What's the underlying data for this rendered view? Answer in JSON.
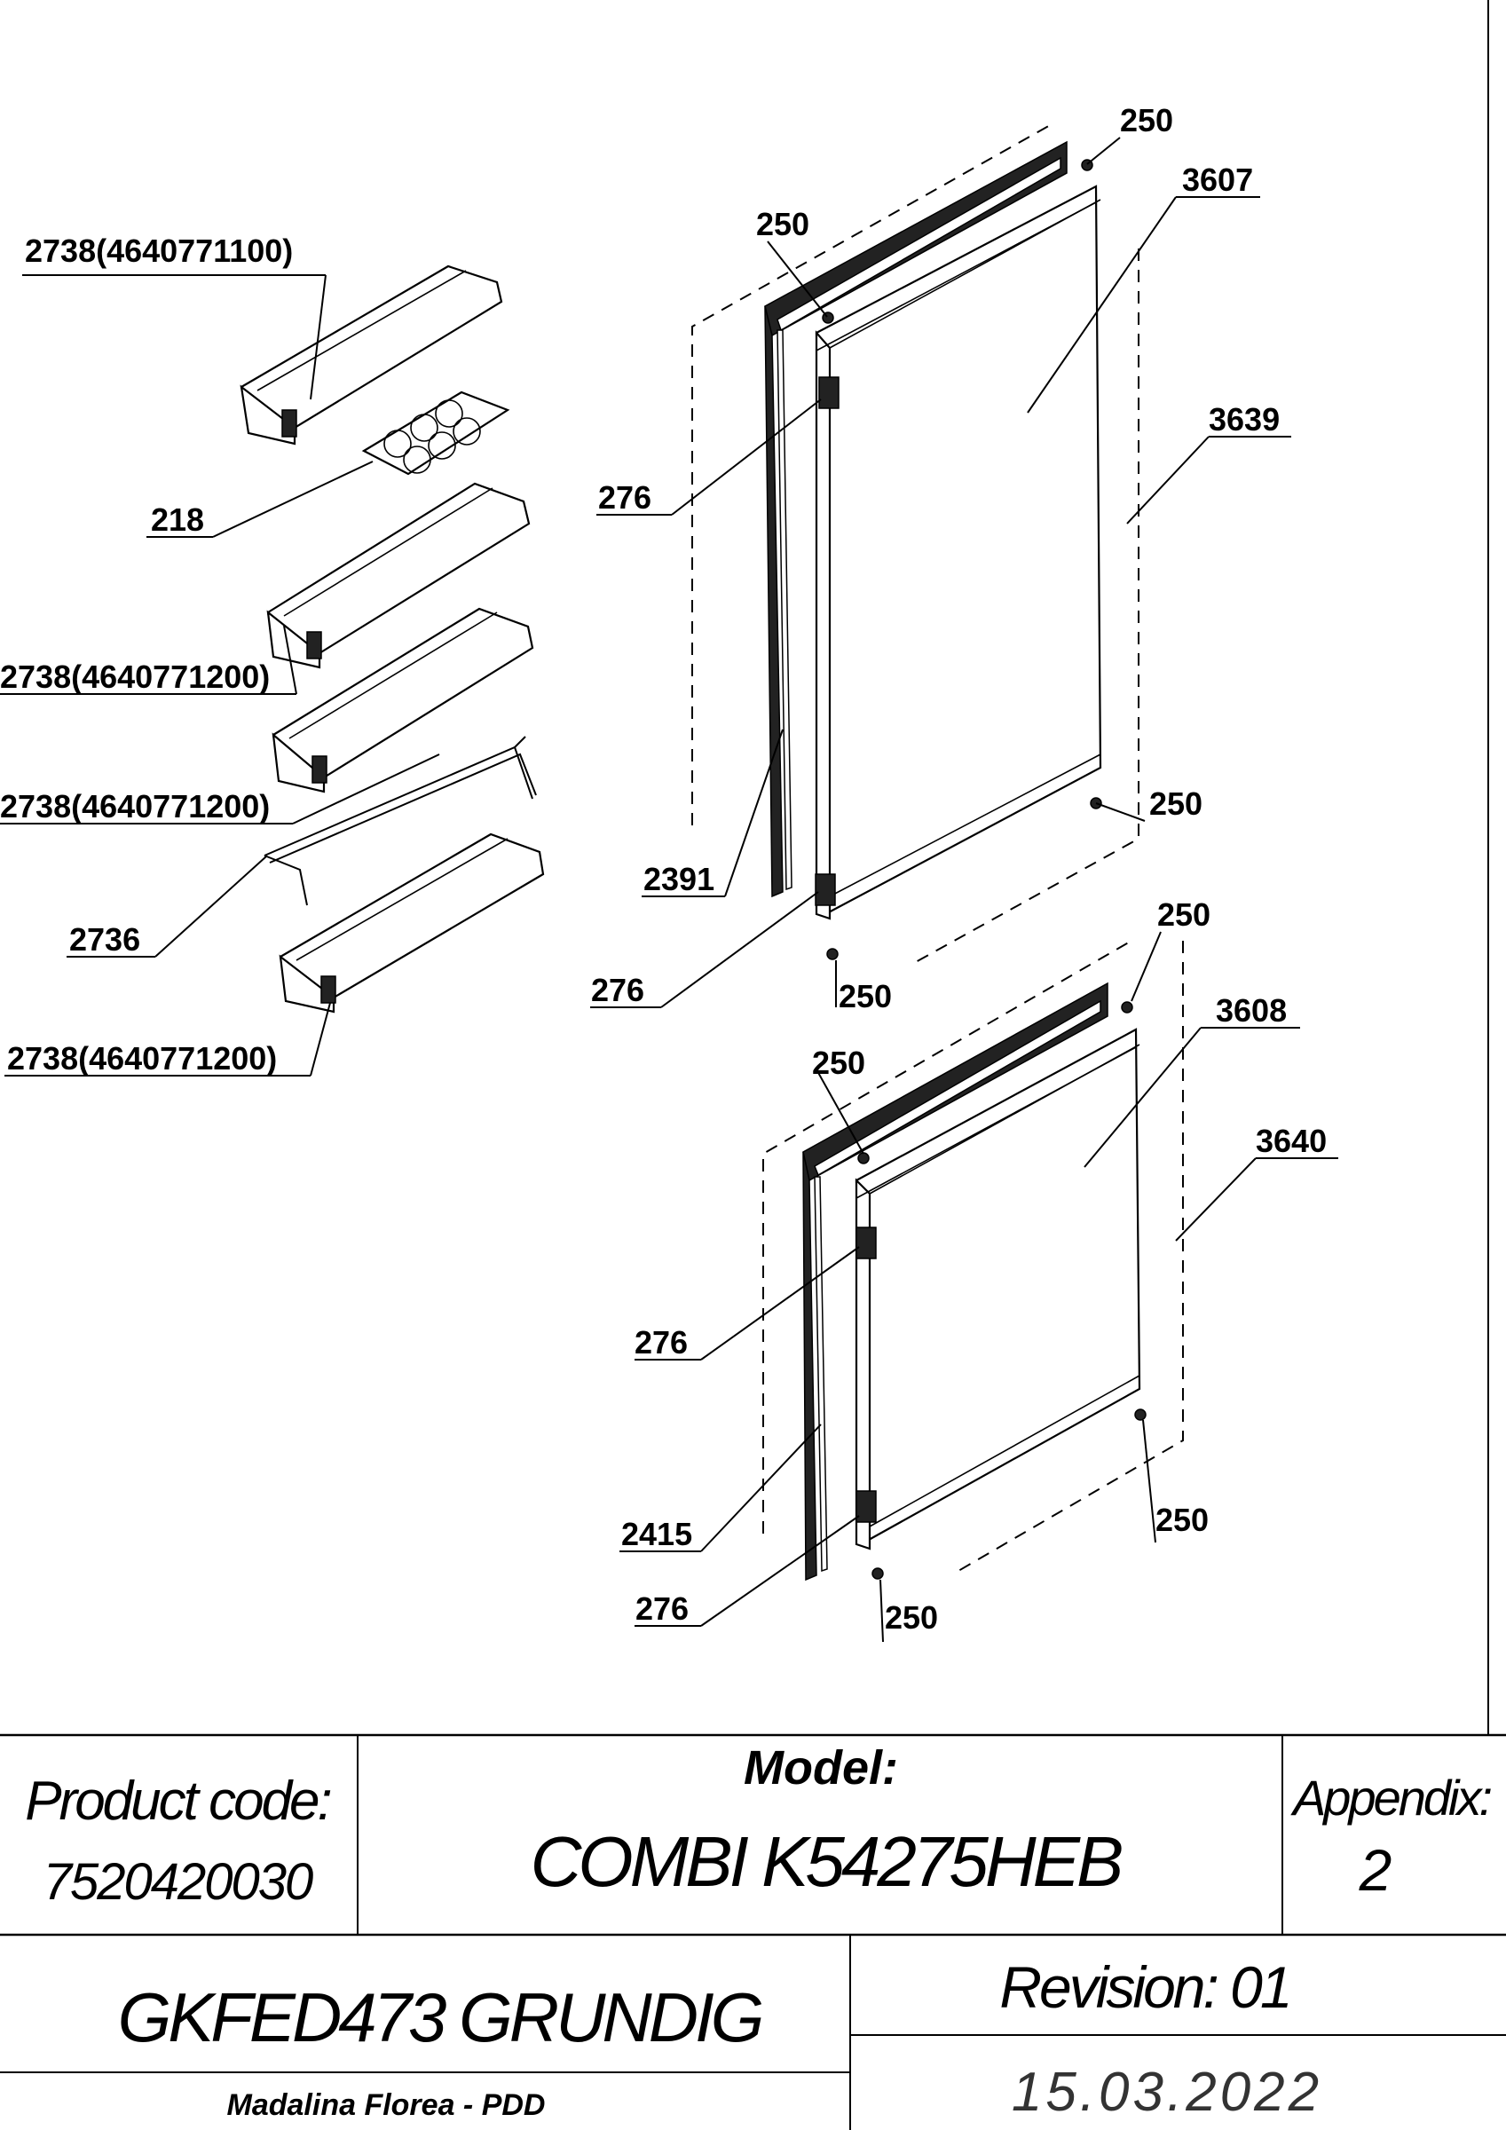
{
  "labels": {
    "l2738a": "2738(4640771100)",
    "l218": "218",
    "l2738b": "2738(4640771200)",
    "l2738c": "2738(4640771200)",
    "l2736": "2736",
    "l2738d": "2738(4640771200)",
    "l250a": "250",
    "l250b": "250",
    "l3607": "3607",
    "l3639": "3639",
    "l276a": "276",
    "l2391": "2391",
    "l250c": "250",
    "l276b": "276",
    "l250d": "250",
    "l250e": "250",
    "l3608": "3608",
    "l250f": "250",
    "l3640": "3640",
    "l276c": "276",
    "l2415": "2415",
    "l250g": "250",
    "l276d": "276",
    "l250h": "250"
  },
  "title_block": {
    "product_code_label": "Product code:",
    "product_code": "7520420030",
    "model_label": "Model:",
    "model": "COMBI K54275HEB",
    "appendix_label": "Appendix:",
    "appendix": "2",
    "name": "GKFED473 GRUNDIG",
    "revision": "Revision: 01",
    "author": "Madalina Florea - PDD",
    "date": "15.03.2022"
  }
}
